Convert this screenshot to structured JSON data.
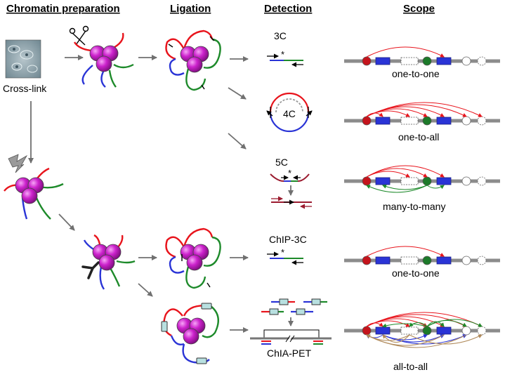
{
  "headers": {
    "chromatin": "Chromatin preparation",
    "ligation": "Ligation",
    "detection": "Detection",
    "scope": "Scope"
  },
  "cross_link_label": "Cross-link",
  "methods": [
    {
      "name": "3C",
      "scope": "one-to-one"
    },
    {
      "name": "4C",
      "scope": "one-to-all"
    },
    {
      "name": "5C",
      "scope": "many-to-many"
    },
    {
      "name": "ChIP-3C",
      "scope": "one-to-one"
    },
    {
      "name": "ChIA-PET",
      "scope": "all-to-all"
    }
  ],
  "ligation_mark": "*",
  "colors": {
    "red": "#e8141c",
    "blue": "#2a34d6",
    "green": "#1d8a2a",
    "magenta": "#c81fc8",
    "gray": "#8c8c8c",
    "arrow": "#707070",
    "darkred": "#9b1b2f",
    "cyan": "#b8e0e0"
  },
  "icons": [
    "scissors-icon",
    "lightning-icon",
    "antibody-icon",
    "cell-image"
  ]
}
